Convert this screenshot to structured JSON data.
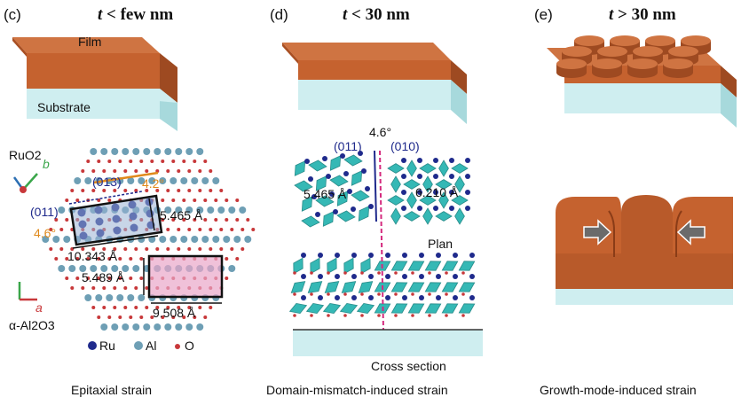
{
  "panels": {
    "c": {
      "tag": "(c)",
      "heading_t": "t",
      "heading_rest": " < few nm",
      "film_label": "Film",
      "substrate_label": "Substrate",
      "ruo2_label": "RuO2",
      "axis_b": "b",
      "axis_a": "a",
      "alumina_label": "α-Al2O3",
      "miller_013": "(013)",
      "miller_011": "(011)",
      "angle_42": "4.2°",
      "angle_46": "4.6°",
      "d_5465": "5.465 Å",
      "d_10343": "10.343 Å",
      "d_5489": "5.489 Å",
      "d_9508": "9.508 Å",
      "legend_ru": "Ru",
      "legend_al": "Al",
      "legend_o": "O",
      "caption": "Epitaxial strain"
    },
    "d": {
      "tag": "(d)",
      "heading_t": "t",
      "heading_rest": " < 30 nm",
      "angle": "4.6°",
      "miller_011": "(011)",
      "miller_010": "(010)",
      "d_5465": "5.465 Å",
      "d_6210": "6.210 Å",
      "plan_label": "Plan",
      "cross_label": "Cross section",
      "caption": "Domain-mismatch-induced strain"
    },
    "e": {
      "tag": "(e)",
      "heading_t": "t",
      "heading_rest": " > 30 nm",
      "caption": "Growth-mode-induced strain"
    }
  },
  "colors": {
    "film": "#c5622f",
    "film_dark": "#9e4a21",
    "substrate": "#cfeef0",
    "substrate_side": "#a7d9dc",
    "ru": "#1f2a8c",
    "al": "#6e9fb5",
    "o": "#c8383a",
    "octa": "#35b8b5",
    "rect": "#e9a6c9",
    "accent": "#e08a1c"
  }
}
